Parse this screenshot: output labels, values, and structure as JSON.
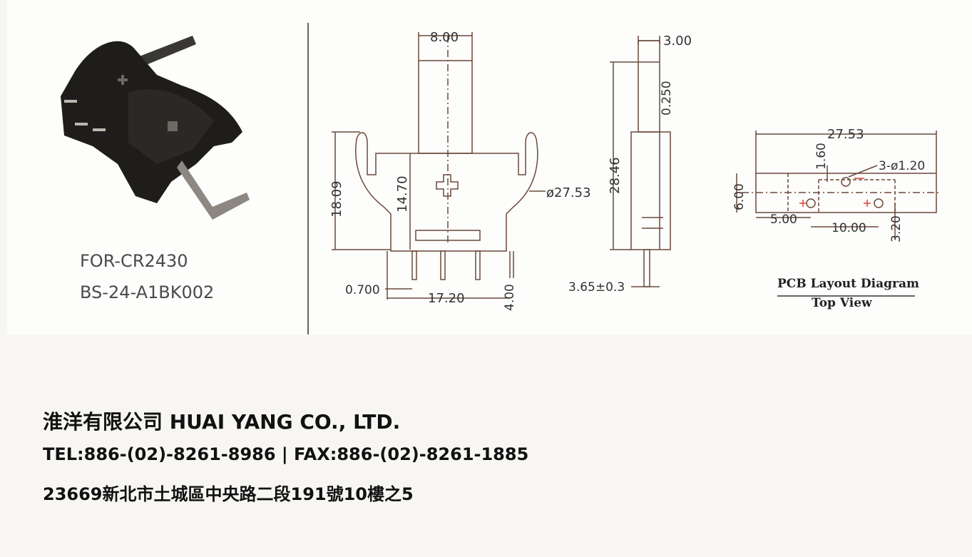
{
  "product": {
    "labels": [
      "FOR-CR2430",
      "BS-24-A1BK002"
    ]
  },
  "drawing": {
    "front_view": {
      "dims": {
        "top_width": "8.00",
        "height_total": "18.09",
        "body_height": "14.70",
        "diameter": "ø27.53",
        "pin_thickness": "0.700",
        "pin_span": "17.20",
        "pin_length": "4.00"
      }
    },
    "side_view": {
      "dims": {
        "top_width": "3.00",
        "tab_thickness": "0.250",
        "height": "28.46",
        "pin_offset": "3.65±0.3"
      }
    },
    "pcb_layout": {
      "dims": {
        "width": "27.53",
        "height": "6.00",
        "offset_y": "1.60",
        "holes": "3-ø1.20",
        "offset_x": "5.00",
        "hole_spacing": "10.00",
        "hole_y": "3.20"
      },
      "caption_title": "PCB Layout Diagram",
      "caption_sub": "Top View"
    }
  },
  "footer": {
    "company": "淮洋有限公司 HUAI YANG CO., LTD.",
    "contact": "TEL:886-(02)-8261-8986 | FAX:886-(02)-8261-1885",
    "address": "23669新北市土城區中央路二段191號10樓之5"
  },
  "colors": {
    "line": "#6b4a3a",
    "text": "#333333",
    "marker": "#d9433a",
    "background": "#f7f6f3"
  }
}
